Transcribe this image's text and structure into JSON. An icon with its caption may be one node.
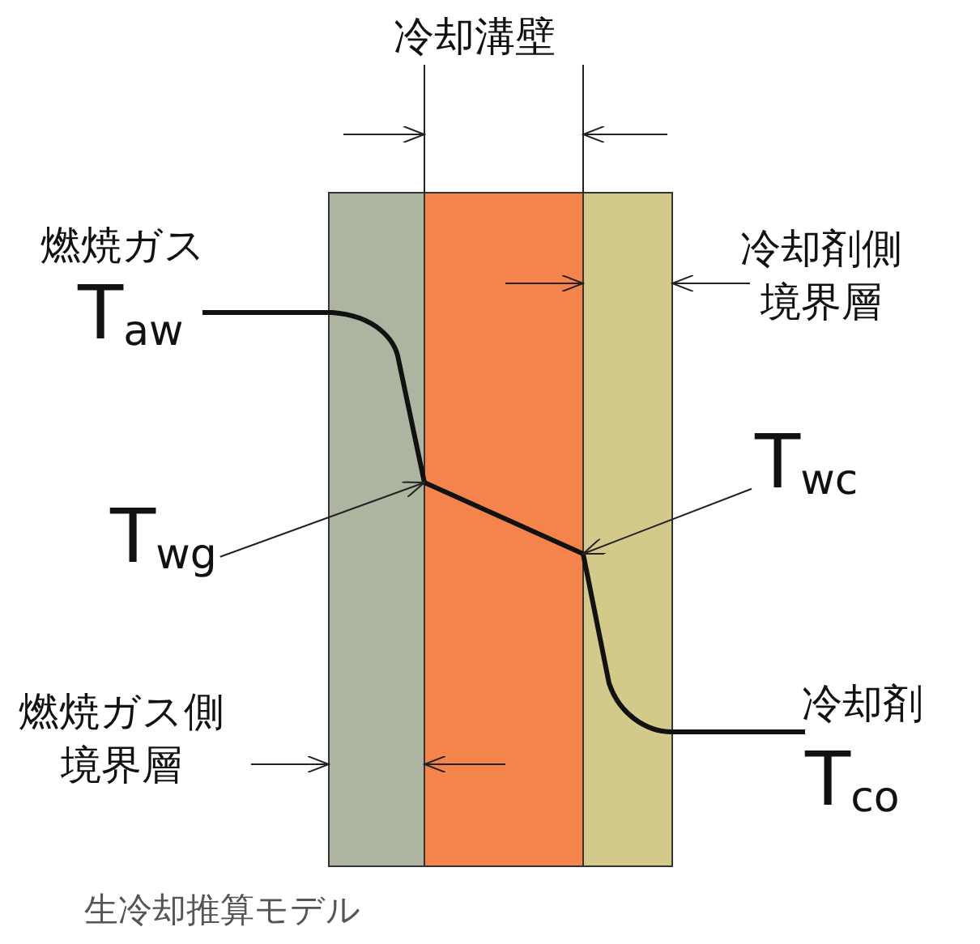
{
  "diagram": {
    "caption": "生冷却推算モデル",
    "nodes": [
      {
        "text": [
          "T$_{wg}$"
        ]
      },
      {
        "text": [
          "T$_{wc}$"
        ]
      }
    ],
    "edges": [
      {
        "from": 0,
        "to": null,
        "arrow": "to"
      },
      {
        "from": 1,
        "to": null,
        "arrow": "to"
      }
    ],
    "labels": [
      "冷却溝壁",
      "燃焼ガス",
      "T$_{aw}$",
      "冷却剤側境界層",
      "燃焼ガス側境界層",
      "冷却剤",
      "T$_{co}$"
    ]
  }
}
